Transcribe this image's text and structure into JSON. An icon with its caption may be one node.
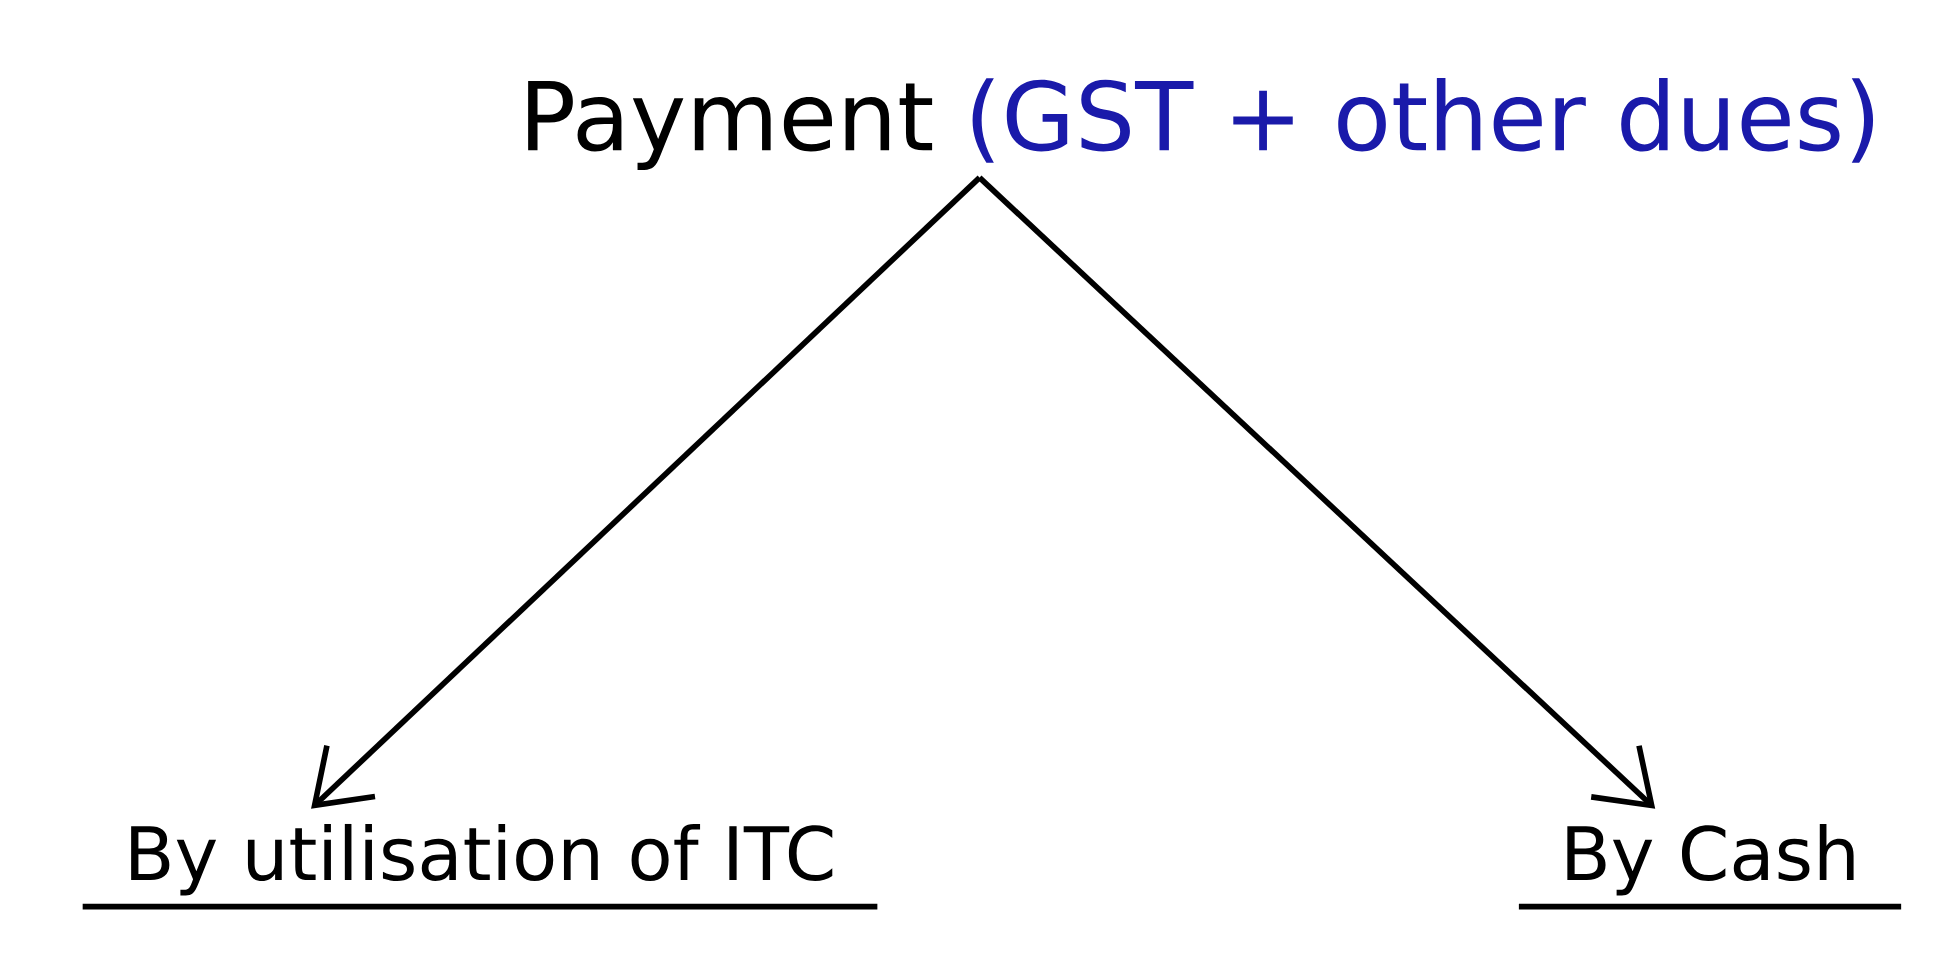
{
  "diagram": {
    "nodes": [
      {
        "text": [
          "Payment",
          "(GST + other dues)"
        ]
      },
      {
        "text": [
          "By utilisation of ITC"
        ]
      },
      {
        "text": [
          "By Cash"
        ]
      }
    ],
    "edges": [
      {
        "from": 0,
        "to": 1,
        "arrow": "to"
      },
      {
        "from": 0,
        "to": 2,
        "arrow": "to"
      }
    ]
  }
}
